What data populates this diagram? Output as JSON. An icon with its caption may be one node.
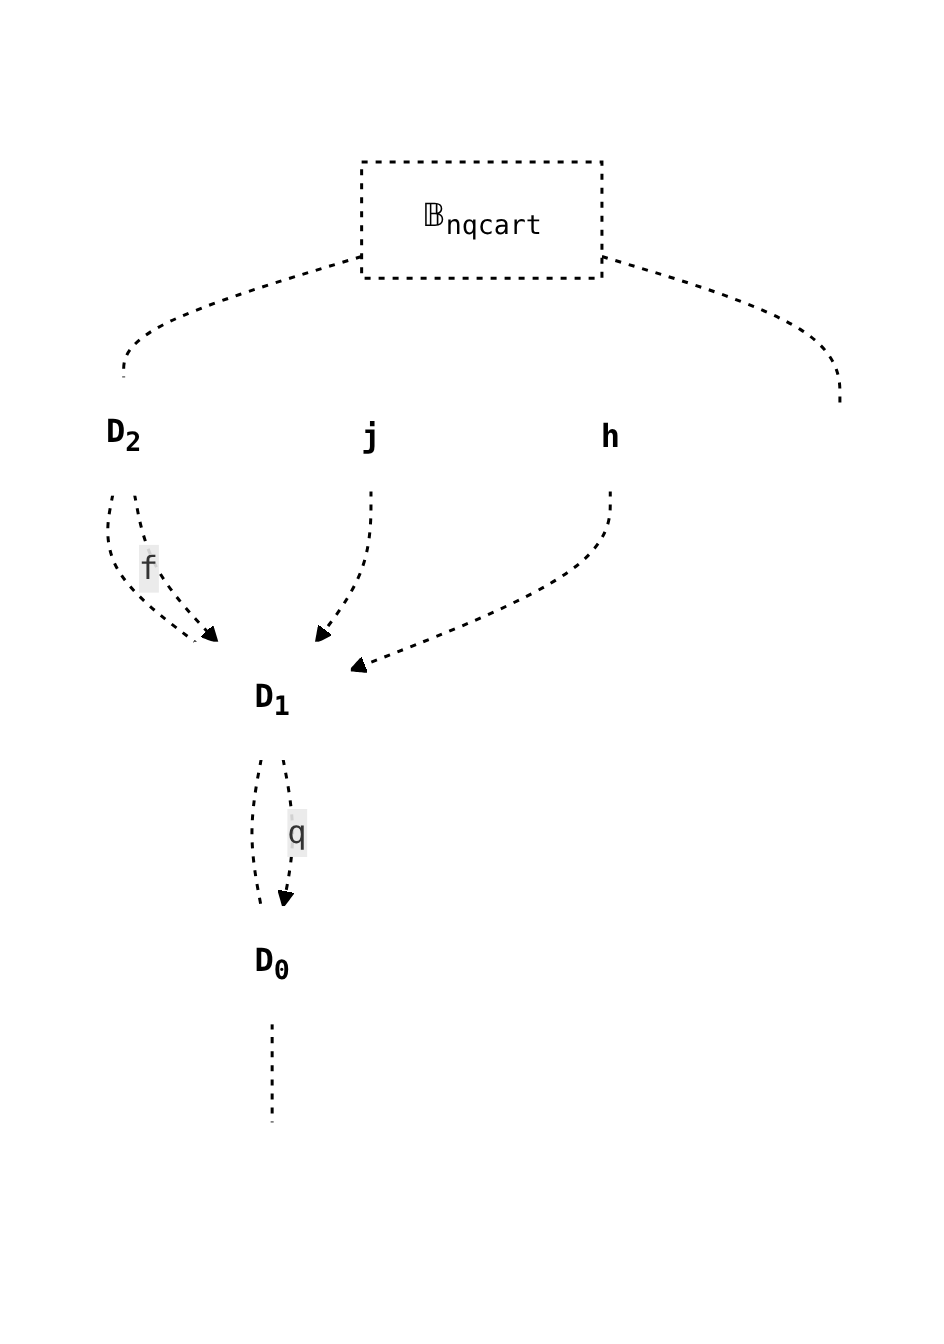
{
  "diagram": {
    "nodes": [
      {
        "text": [
          "𝔹$_{nqcart}$"
        ]
      },
      {
        "text": [
          "D$_{2}$"
        ]
      },
      {
        "text": [
          "D$_{1}$"
        ]
      },
      {
        "text": [
          "D$_{0}$"
        ]
      },
      {
        "text": [
          "j"
        ]
      },
      {
        "text": [
          "h"
        ]
      }
    ],
    "edges": [
      {
        "from": 0,
        "to": null,
        "arrow": "none",
        "style": "dashed"
      },
      {
        "from": 0,
        "to": 1,
        "arrow": "none",
        "style": "dashed"
      },
      {
        "from": 1,
        "to": 2,
        "arrow": "none",
        "style": "dashed"
      },
      {
        "from": 1,
        "to": 2,
        "arrow": "to",
        "label": "f",
        "style": "dashed"
      },
      {
        "from": 4,
        "to": 2,
        "arrow": "to",
        "style": "dashed"
      },
      {
        "from": 5,
        "to": 2,
        "arrow": "to",
        "style": "dashed"
      },
      {
        "from": 2,
        "to": 3,
        "arrow": "none",
        "style": "dashed"
      },
      {
        "from": 2,
        "to": 3,
        "arrow": "to",
        "label": "q",
        "style": "dashed"
      },
      {
        "from": 3,
        "to": null,
        "arrow": "none",
        "style": "dashed"
      }
    ]
  }
}
